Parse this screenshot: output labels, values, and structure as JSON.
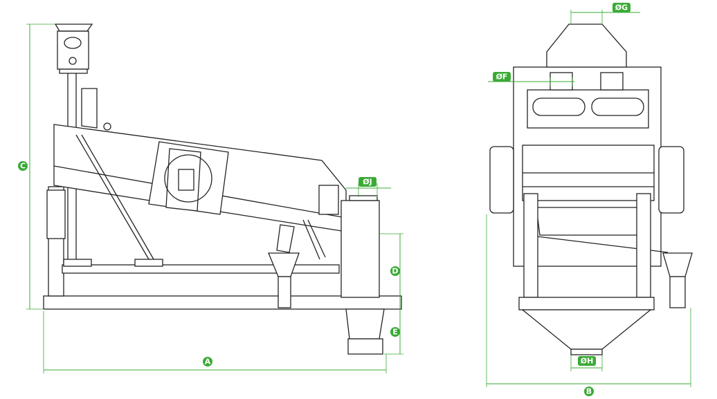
{
  "title": "Sieve machine dimensional drawing",
  "colors": {
    "accent": "#3aaa35",
    "line": "#222222"
  },
  "dimensions": {
    "A": "A",
    "B": "B",
    "C": "C",
    "D": "D",
    "E": "E",
    "F": "ØF",
    "G": "ØG",
    "H": "ØH",
    "J": "ØJ"
  }
}
